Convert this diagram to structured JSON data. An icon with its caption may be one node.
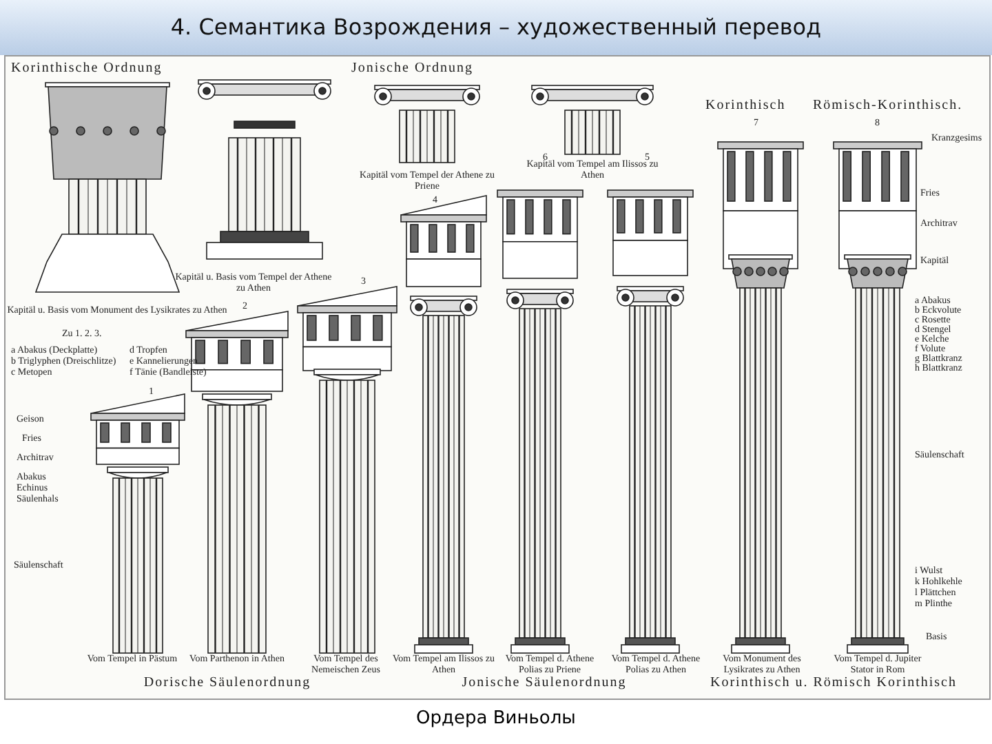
{
  "diagram": {
    "title": "4. Семантика Возрождения – художественный перевод",
    "caption": "Ордера Виньолы",
    "labels": [
      "Korinthische Ordnung",
      "Jonische Ordnung",
      "Kapitäl vom Tempel der Athene zu Priene",
      "Kapitäl vom Tempel am Ilissos zu Athen",
      "Korinthisch",
      "Römisch-Korinthisch.",
      "7",
      "8",
      "Kranzgesims",
      "Kapitäl u. Basis vom Tempel der Athene zu Athen",
      "4",
      "6",
      "5",
      "Fries",
      "Architrav",
      "Kapitäl",
      "Kapitäl u. Basis vom Monument des Lysikrates zu Athen",
      "3",
      "2",
      "Zu 1. 2. 3.",
      "a Abakus (Deckplatte)",
      "b Triglyphen (Dreischlitze)",
      "c Metopen",
      "d Tropfen",
      "e Kannelierungen",
      "f Tänie (Bandleiste)",
      "a Abakus",
      "b Eckvolute",
      "c Rosette",
      "d Stengel",
      "e Kelche",
      "f Volute",
      "g Blattkranz",
      "h Blattkranz",
      "1",
      "Geison",
      "Fries",
      "Architrav",
      "Abakus",
      "Echinus",
      "Säulenhals",
      "Säulenschaft",
      "Säulenschaft",
      "i Wulst",
      "k Hohlkehle",
      "l Plättchen",
      "m Plinthe",
      "Basis",
      "Vom Tempel in Pästum",
      "Vom Parthenon in Athen",
      "Vom Tempel des Nemeischen Zeus",
      "Vom Tempel am Ilissos zu Athen",
      "Vom Tempel d. Athene Polias zu Priene",
      "Vom Tempel d. Athene Polias zu Athen",
      "Vom Monument des Lysikrates zu Athen",
      "Vom Tempel d. Jupiter Stator in Rom",
      "Dorische Säulenordnung",
      "Jonische Säulenordnung",
      "Korinthisch u. Römisch Korinthisch"
    ]
  }
}
